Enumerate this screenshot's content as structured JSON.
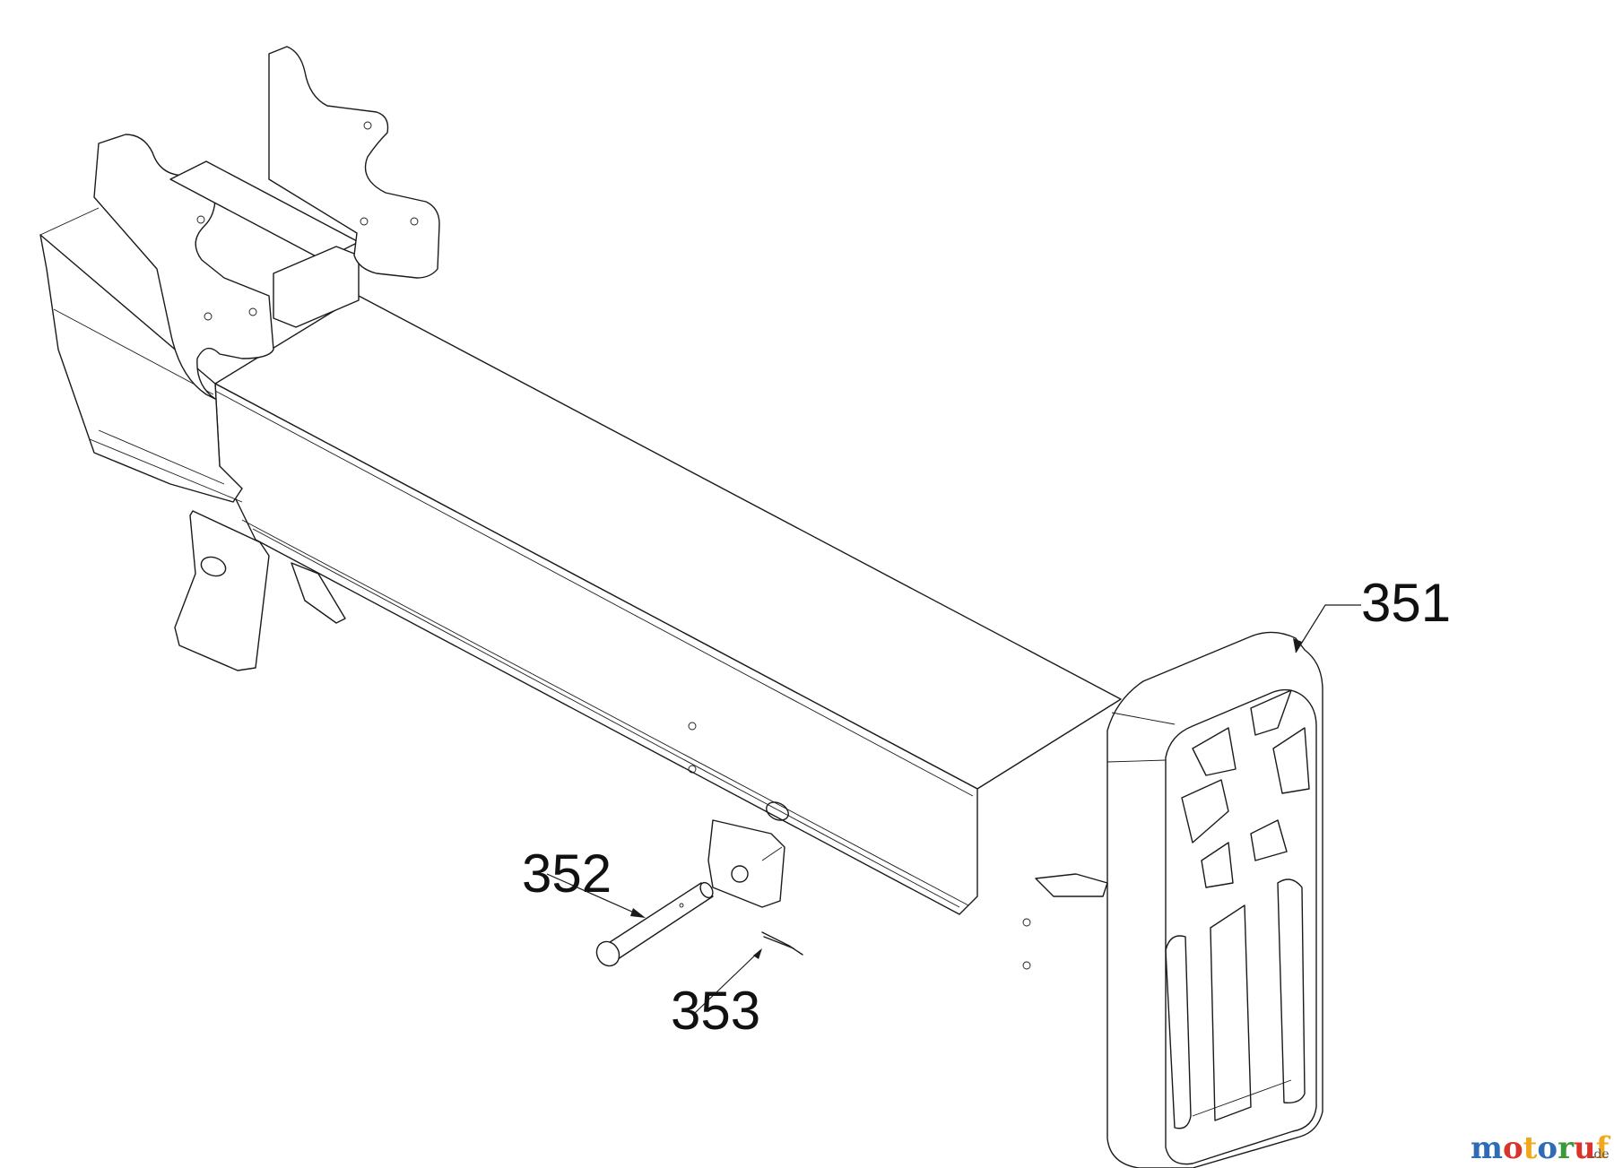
{
  "callouts": [
    {
      "id": "351",
      "label": "351"
    },
    {
      "id": "352",
      "label": "352"
    },
    {
      "id": "353",
      "label": "353"
    }
  ],
  "watermark": {
    "text_parts": [
      "m",
      "o",
      "t",
      "o",
      "r",
      "u",
      "f"
    ],
    "colors": [
      "#2e6db5",
      "#d9342b",
      "#f0a81c",
      "#2e6db5",
      "#3a9a3a",
      "#d9342b",
      "#f0a81c"
    ],
    "suffix": ".de",
    "suffix_color": "#555555"
  }
}
